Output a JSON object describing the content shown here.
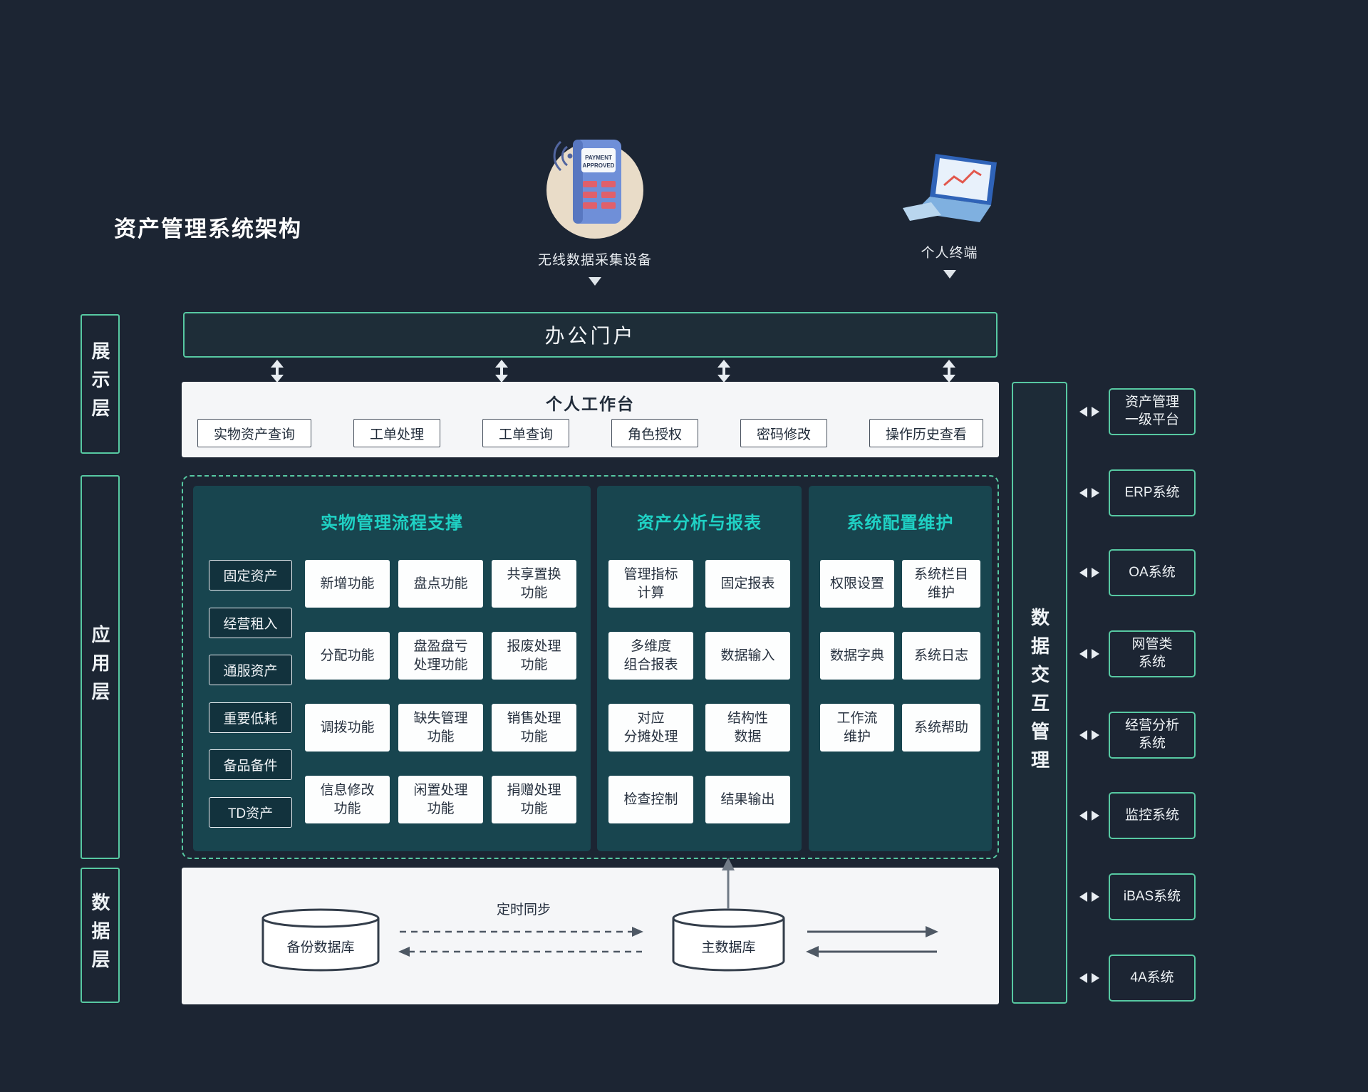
{
  "colors": {
    "accent": "#57c9a2",
    "cyan": "#1fd1c4",
    "bg": "#1c2533",
    "panel": "#18454f"
  },
  "title": "资产管理系统架构",
  "devices": {
    "wireless": {
      "label": "无线数据采集设备",
      "screen_line1": "PAYMENT",
      "screen_line2": "APPROVED"
    },
    "terminal": {
      "label": "个人终端"
    }
  },
  "layers": {
    "display": "展示层",
    "application": "应用层",
    "data": "数据层"
  },
  "portal": {
    "title": "办公门户"
  },
  "workbench": {
    "title": "个人工作台",
    "items": [
      "实物资产查询",
      "工单处理",
      "工单查询",
      "角色授权",
      "密码修改",
      "操作历史查看"
    ]
  },
  "modules": {
    "physical": {
      "title": "实物管理流程支撑",
      "categories": [
        "固定资产",
        "经营租入",
        "通服资产",
        "重要低耗",
        "备品备件",
        "TD资产"
      ],
      "functions": [
        "新增功能",
        "盘点功能",
        "共享置换\n功能",
        "分配功能",
        "盘盈盘亏\n处理功能",
        "报废处理\n功能",
        "调拨功能",
        "缺失管理\n功能",
        "销售处理\n功能",
        "信息修改\n功能",
        "闲置处理\n功能",
        "捐赠处理\n功能"
      ]
    },
    "analysis": {
      "title": "资产分析与报表",
      "functions": [
        "管理指标\n计算",
        "固定报表",
        "多维度\n组合报表",
        "数据输入",
        "对应\n分摊处理",
        "结构性\n数据",
        "检查控制",
        "结果输出"
      ]
    },
    "config": {
      "title": "系统配置维护",
      "functions": [
        "权限设置",
        "系统栏目\n维护",
        "数据字典",
        "系统日志",
        "工作流\n维护",
        "系统帮助"
      ]
    }
  },
  "datastores": {
    "backup": "备份数据库",
    "main": "主数据库",
    "sync": "定时同步"
  },
  "exchange": {
    "title": "数据交互管理"
  },
  "systems": [
    "资产管理\n一级平台",
    "ERP系统",
    "OA系统",
    "网管类\n系统",
    "经营分析\n系统",
    "监控系统",
    "iBAS系统",
    "4A系统"
  ]
}
